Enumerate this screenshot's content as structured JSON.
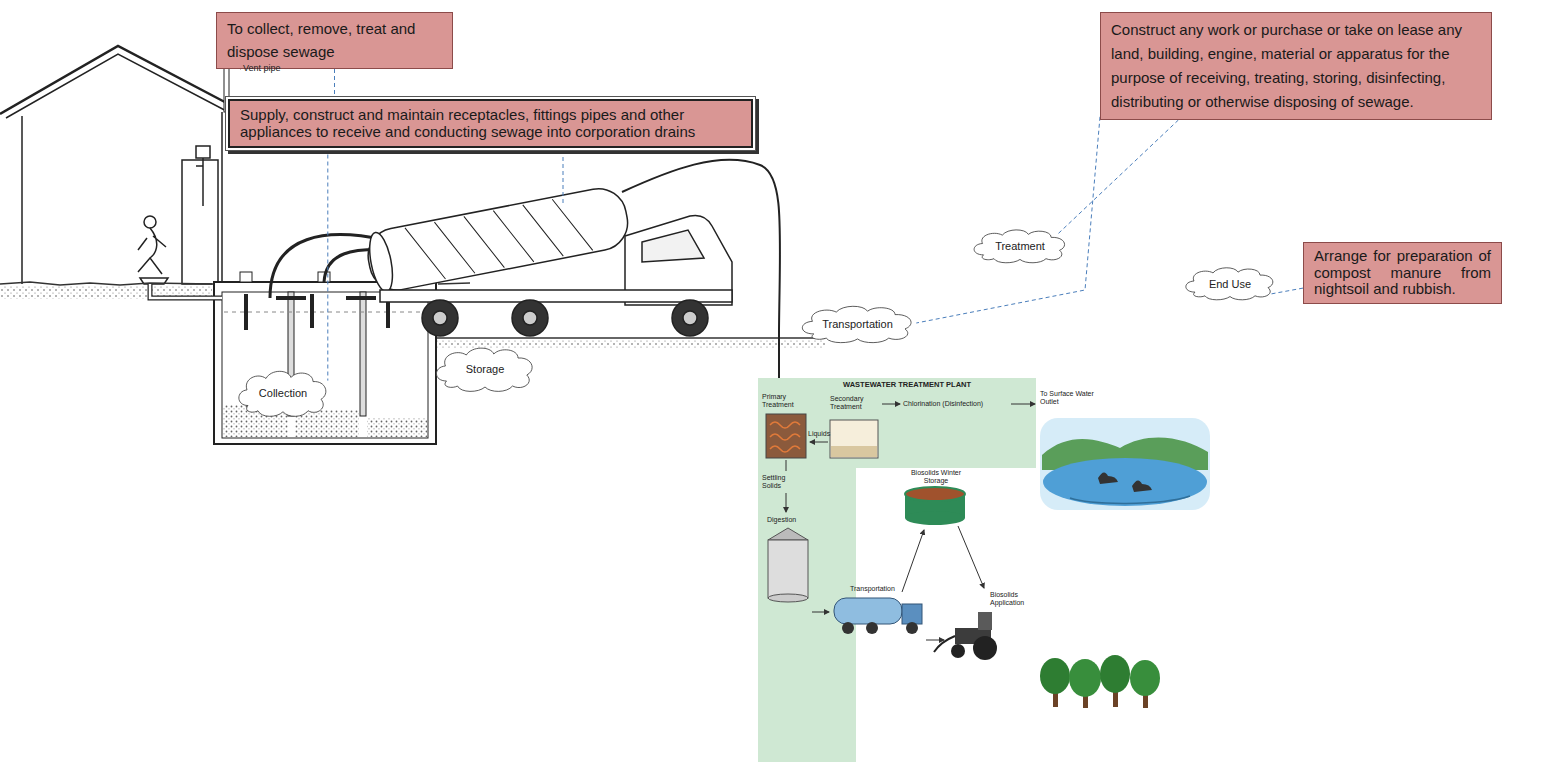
{
  "diagram": {
    "nodes": [
      {
        "text": [
          "To collect, remove, treat and dispose sewage"
        ]
      },
      {
        "text": [
          "Supply, construct and maintain receptacles, fittings pipes and other appliances to receive and conducting sewage into corporation drains"
        ]
      },
      {
        "text": [
          "Construct any work or purchase or take on lease any land, building, engine, material or apparatus for the purpose of receiving, treating, storing, disinfecting, distributing or otherwise disposing of sewage."
        ]
      },
      {
        "text": [
          "Arrange for preparation of compost manure from nightsoil and rubbish."
        ]
      },
      {
        "text": [
          "Collection"
        ]
      },
      {
        "text": [
          "Storage"
        ]
      },
      {
        "text": [
          "Transportation"
        ]
      },
      {
        "text": [
          "Treatment"
        ]
      },
      {
        "text": [
          "End Use"
        ]
      }
    ],
    "edges": [
      {
        "from": 0,
        "to": 1,
        "arrow": "none"
      },
      {
        "from": 1,
        "to": 4,
        "arrow": "none"
      },
      {
        "from": 2,
        "to": 6,
        "arrow": "none"
      },
      {
        "from": 2,
        "to": 7,
        "arrow": "none"
      },
      {
        "from": 3,
        "to": 8,
        "arrow": "none"
      }
    ],
    "labels": [
      "Vent pipe",
      "WASTEWATER TREATMENT PLANT",
      "Primary Treatment",
      "Secondary Treatment",
      "Chlorination (Disinfection)",
      "To Surface Water Outlet",
      "Liquids",
      "Biosolids Winter Storage",
      "Settling Solids",
      "Digestion",
      "Transportation",
      "Biosolids Application"
    ]
  }
}
